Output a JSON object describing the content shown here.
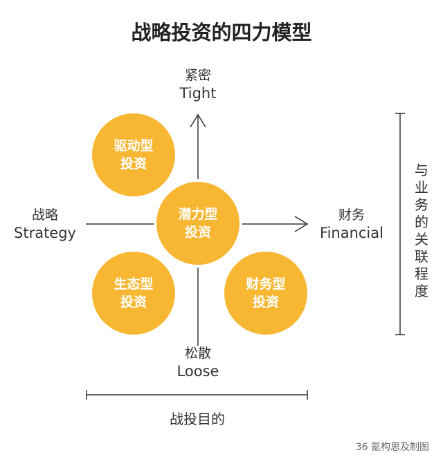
{
  "title": "战略投资的四力模型",
  "axes": {
    "top": {
      "cn": "紧密",
      "en": "Tight"
    },
    "bottom": {
      "cn": "松散",
      "en": "Loose"
    },
    "left": {
      "cn": "战略",
      "en": "Strategy"
    },
    "right": {
      "cn": "财务",
      "en": "Financial"
    }
  },
  "circles": {
    "driving": {
      "line1": "驱动型",
      "line2": "投资"
    },
    "potential": {
      "line1": "潜力型",
      "line2": "投资"
    },
    "ecosystem": {
      "line1": "生态型",
      "line2": "投资"
    },
    "financial": {
      "line1": "财务型",
      "line2": "投资"
    }
  },
  "vertical_bracket_label": "与业务的关联程度",
  "horizontal_bracket_label": "战投目的",
  "credit": "36 氪构思及制图",
  "colors": {
    "circle": "#f7b733",
    "line": "#333333"
  }
}
